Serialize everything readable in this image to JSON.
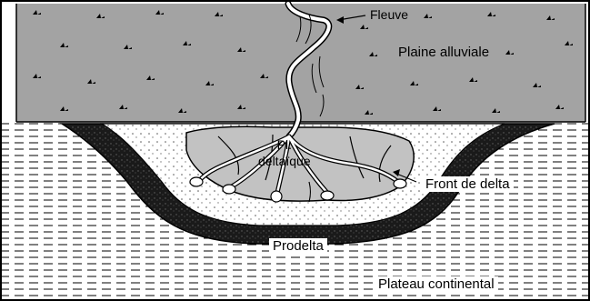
{
  "diagram": {
    "labels": {
      "fleuve": "Fleuve",
      "plaine_alluviale": "Plaine alluviale",
      "plaine_deltaique_line1": "Pl.",
      "plaine_deltaique_line2": "deltaïque",
      "front_de_delta": "Front de delta",
      "prodelta": "Prodelta",
      "plateau_continental": "Plateau continental"
    },
    "colors": {
      "alluvial_plain": "#a3a3a3",
      "delta_plain": "#c2c2c2",
      "prodelta": "#1a1a1a",
      "river": "#ffffff",
      "water_lines": "#000000"
    }
  }
}
